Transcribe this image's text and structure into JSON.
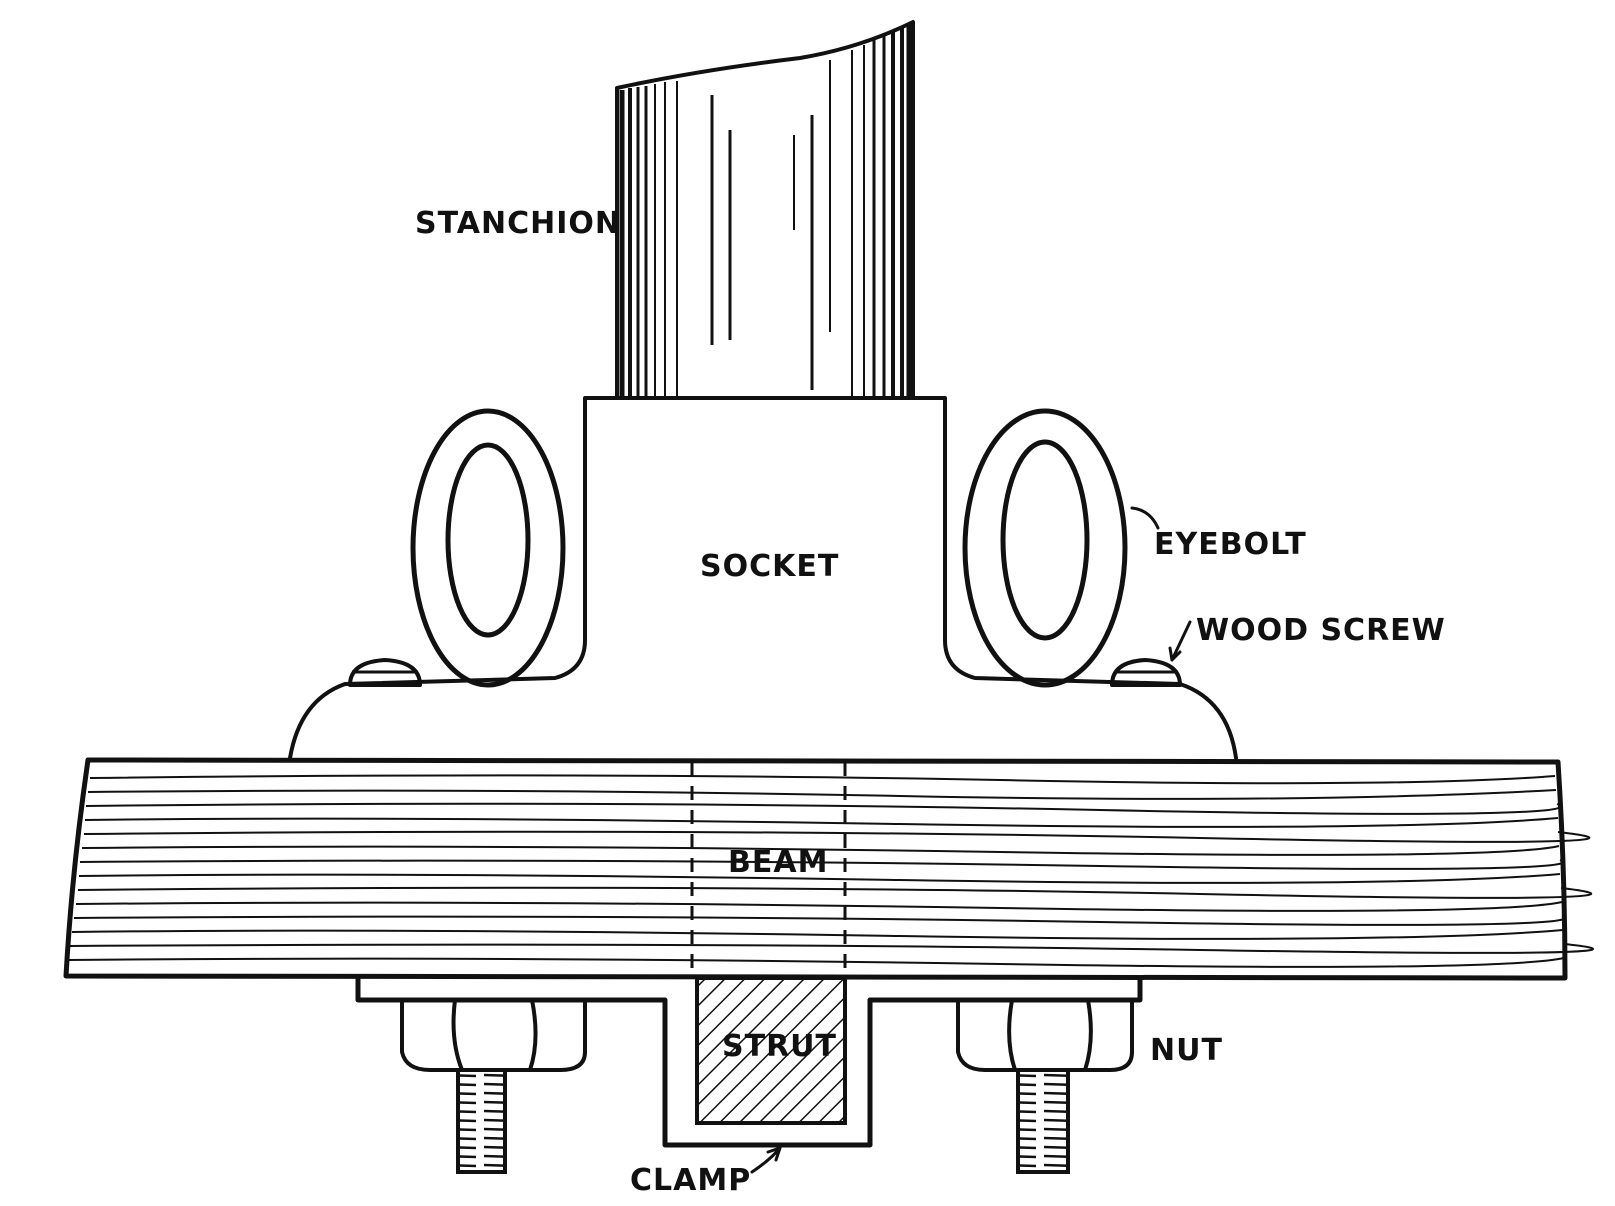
{
  "diagram": {
    "ink_color": "#111111",
    "background": "#ffffff",
    "labels": {
      "stanchion": "STANCHION",
      "socket": "SOCKET",
      "eyebolt": "EYEBOLT",
      "wood_screw": "WOOD SCREW",
      "beam": "BEAM",
      "strut": "STRUT",
      "nut": "NUT",
      "clamp": "CLAMP"
    }
  }
}
